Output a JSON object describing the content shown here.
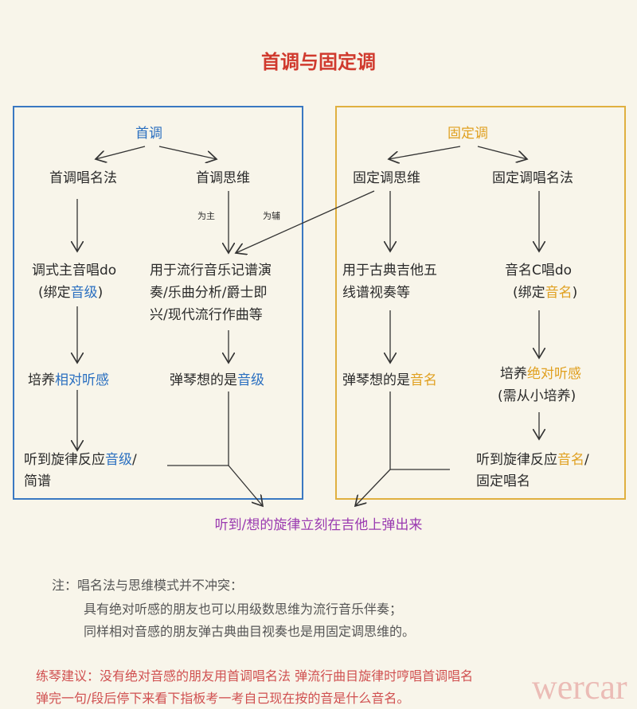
{
  "title": "首调与固定调",
  "left": {
    "head": "首调",
    "m1": "首调唱名法",
    "m2": "首调思维",
    "lab1": "为主",
    "lab2": "为辅",
    "a1": "调式主音唱do",
    "a2a": "(绑定",
    "a2b": "音级",
    "a2c": ")",
    "b1": "用于流行音乐记谱演",
    "b2": "奏/乐曲分析/爵士即",
    "b3": "兴/现代流行作曲等",
    "c1a": "培养",
    "c1b": "相对听感",
    "d1a": "弹琴想的是",
    "d1b": "音级",
    "e1a": "听到旋律反应",
    "e1b": "音级",
    "e1c": "/",
    "e2": "简谱"
  },
  "right": {
    "head": "固定调",
    "m1": "固定调思维",
    "m2": "固定调唱名法",
    "a1": "用于古典吉他五",
    "a2": "线谱视奏等",
    "b1": "音名C唱do",
    "b2a": "(绑定",
    "b2b": "音名",
    "b2c": ")",
    "c1a": "弹琴想的是",
    "c1b": "音名",
    "d1a": "培养",
    "d1b": "绝对听感",
    "d2": "(需从小培养)",
    "e1a": "听到旋律反应",
    "e1b": "音名",
    "e1c": "/",
    "e2": "固定唱名"
  },
  "result": "听到/想的旋律立刻在吉他上弹出来",
  "note": {
    "l1": "注：唱名法与思维模式并不冲突：",
    "l2": "具有绝对听感的朋友也可以用级数思维为流行音乐伴奏；",
    "l3": "同样相对音感的朋友弹古典曲目视奏也是用固定调思维的。"
  },
  "advice": {
    "l1": "练琴建议：没有绝对音感的朋友用首调唱名法 弹流行曲目旋律时哼唱首调唱名",
    "l2": "弹完一句/段后停下来看下指板考一考自己现在按的音是什么音名。"
  },
  "watermark": "wercar",
  "colors": {
    "blue": "#2a6fc0",
    "gold": "#e0a020",
    "title": "#d03a2e",
    "purple": "#9a3ab0",
    "advice": "#d05050"
  }
}
